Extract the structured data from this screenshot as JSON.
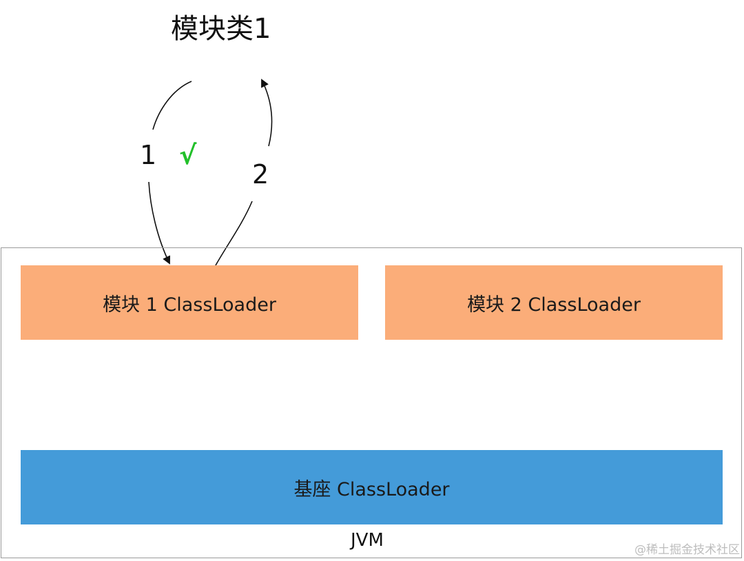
{
  "diagram": {
    "title": "模块类1",
    "arrow_1_label": "1",
    "arrow_2_label": "2",
    "check_mark": "√",
    "check_color": "#22c02a",
    "module_1_label": "模块 1 ClassLoader",
    "module_2_label": "模块 2 ClassLoader",
    "module_color": "#fbad79",
    "base_label": "基座 ClassLoader",
    "base_color": "#449bd9",
    "jvm_label": "JVM",
    "watermark": "@稀土掘金技术社区"
  }
}
